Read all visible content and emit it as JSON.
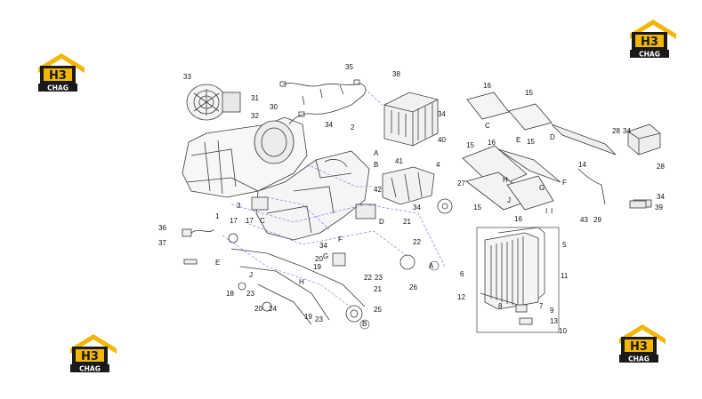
{
  "logo": {
    "letters": "H3",
    "sub": "CHAG",
    "roof_color": "#f2b705",
    "box_color": "#1a1a1a",
    "text_color": "#ffffff"
  },
  "labels": [
    "33",
    "35",
    "38",
    "16",
    "15",
    "31",
    "30",
    "32",
    "34",
    "2",
    "34",
    "40",
    "C",
    "E",
    "D",
    "28",
    "34",
    "15",
    "16",
    "15",
    "A",
    "B",
    "41",
    "4",
    "F",
    "14",
    "28",
    "G",
    "H",
    "34",
    "27",
    "42",
    "3",
    "1",
    "34",
    "J",
    "I",
    "43",
    "29",
    "39",
    "36",
    "17",
    "17",
    "C",
    "D",
    "21",
    "22",
    "5",
    "37",
    "E",
    "J",
    "F",
    "20",
    "19",
    "22",
    "23",
    "6",
    "11",
    "A",
    "18",
    "23",
    "21",
    "26",
    "12",
    "8",
    "7",
    "9",
    "H",
    "13",
    "20",
    "24",
    "25",
    "19",
    "23",
    "B",
    "10",
    "34",
    "G",
    "I",
    "16",
    "15"
  ],
  "colors": {
    "line": "#3a3a3a",
    "callout": "#6a6ad8",
    "frame": "#555555"
  }
}
